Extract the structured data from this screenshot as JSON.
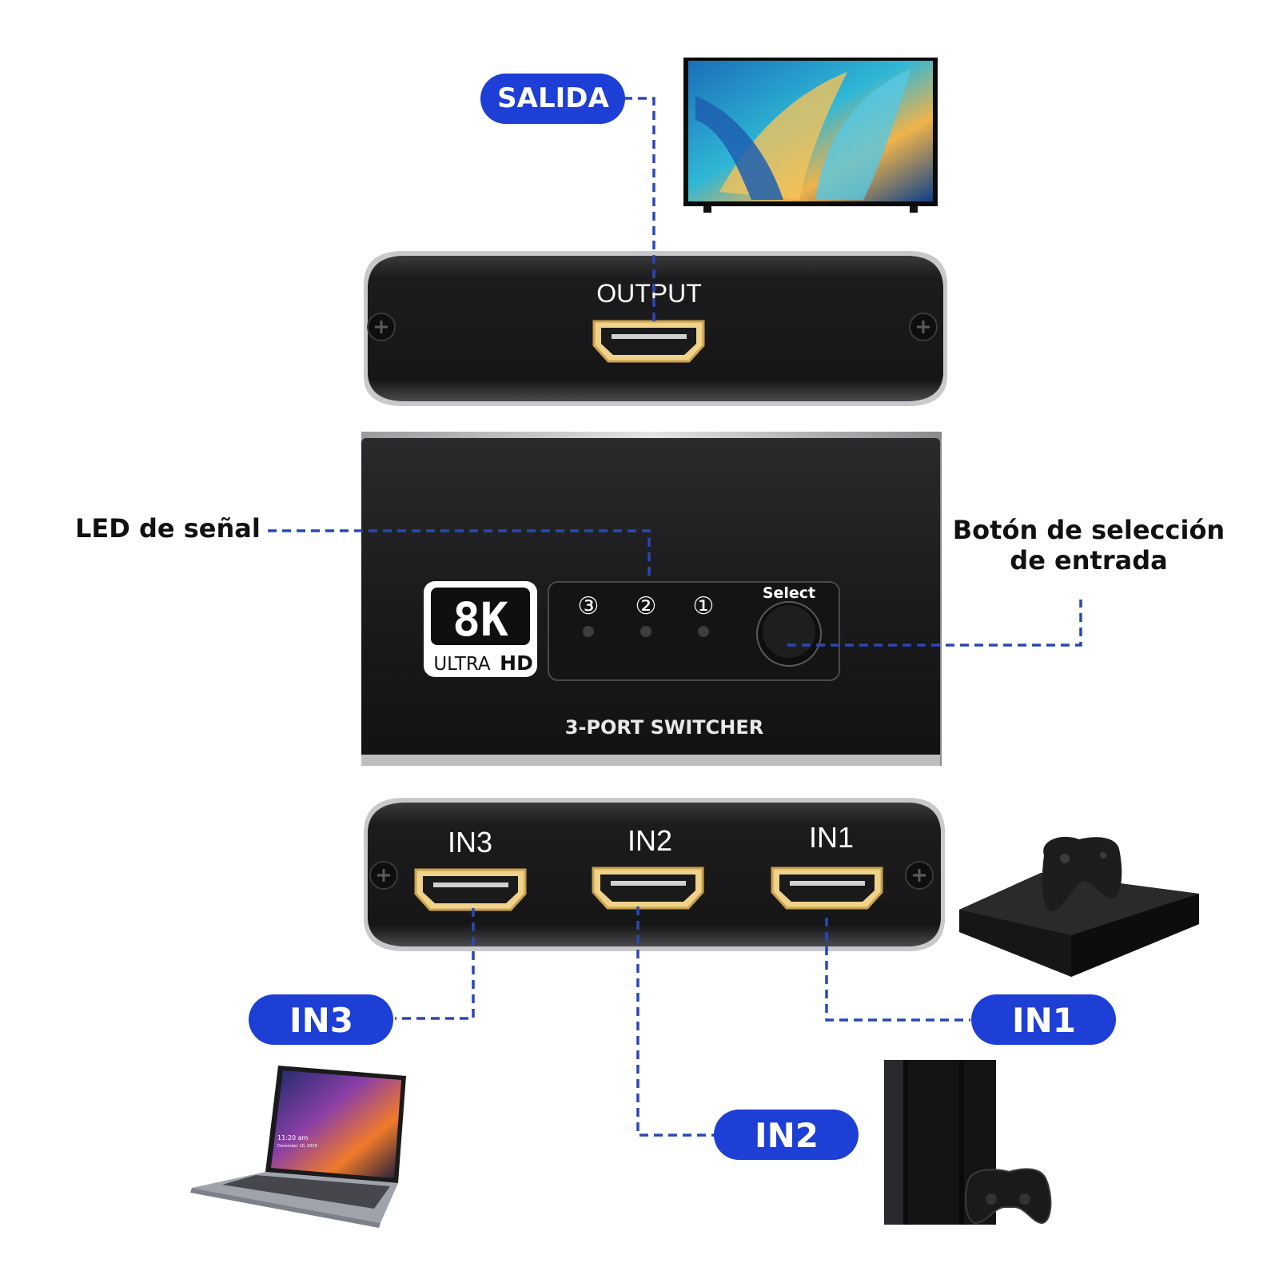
{
  "labels": {
    "salida": "SALIDA",
    "output": "OUTPUT",
    "led": "LED de señal",
    "boton_line1": "Botón de selección",
    "boton_line2": "de entrada",
    "in1": "IN1",
    "in2": "IN2",
    "in3": "IN3"
  },
  "device": {
    "badge_main": "8K",
    "badge_sub_ultra": "ULTRA",
    "badge_sub_hd": "HD",
    "led_3": "③",
    "led_2": "②",
    "led_1": "①",
    "select": "Select",
    "model": "3-PORT SWITCHER",
    "port_in3": "IN3",
    "port_in2": "IN2",
    "port_in1": "IN1"
  },
  "laptop_screen": {
    "time": "11:20 am",
    "date": "December 10, 2019"
  },
  "colors": {
    "accent": "#1d3fd6",
    "dash": "#2848b8",
    "device": "#1f1f21",
    "gold": "#d8b25a"
  },
  "icons": {
    "tv": "tv-icon",
    "xbox": "xbox-console-icon",
    "ps4": "ps4-console-icon",
    "laptop": "laptop-icon"
  }
}
